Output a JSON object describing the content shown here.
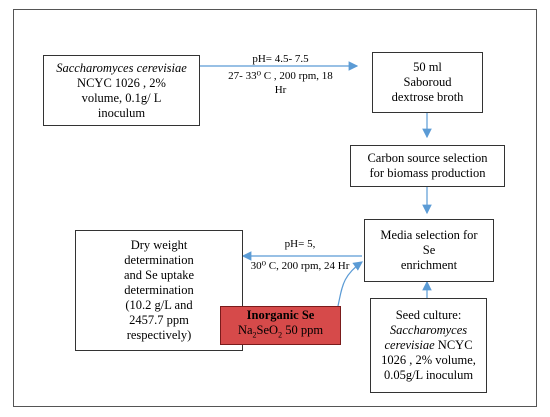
{
  "box_inoculum": {
    "l1": "Saccharomyces cerevisiae",
    "l2": "NCYC 1026 , 2%",
    "l3": "volume,  0.1g/ L",
    "l4": "inoculum"
  },
  "label_top": {
    "l1": "pH= 4.5- 7.5",
    "l2": "27- 33⁰ C , 200 rpm, 18",
    "l3": "Hr"
  },
  "box_broth": {
    "l1": "50 ml",
    "l2": "Saboroud",
    "l3": "dextrose broth"
  },
  "box_carbon": {
    "l1": "Carbon source selection",
    "l2": "for biomass production"
  },
  "box_media": {
    "l1": "Media selection for",
    "l2": "Se",
    "l3": "enrichment"
  },
  "label_mid": {
    "l1": "pH= 5,",
    "l2": "30⁰ C, 200 rpm, 24 Hr"
  },
  "box_dry": {
    "l1": "Dry weight",
    "l2": "determination",
    "l3": "and Se uptake",
    "l4": "determination",
    "l5": "(10.2 g/L and",
    "l6": "2457.7 ppm",
    "l7": "respectively)"
  },
  "box_inorganic": {
    "l1": "Inorganic Se",
    "l2_pre": "Na",
    "l2_sub1": "2",
    "l2_mid": "SeO",
    "l2_sub2": "2",
    "l2_post": " 50 ppm"
  },
  "box_seed": {
    "l1": "Seed culture:",
    "l2": "Saccharomyces",
    "l3a": "cerevisiae",
    "l3b": " NCYC",
    "l4": "1026 , 2% volume,",
    "l5": "0.05g/L inoculum"
  },
  "colors": {
    "arrow": "#5b9bd5",
    "inorganic_fill": "#d64a4a"
  }
}
